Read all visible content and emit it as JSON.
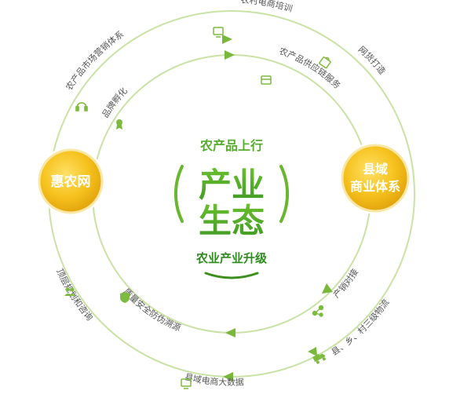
{
  "center": {
    "top_text": "农产品上行",
    "line1": "产业",
    "line2": "生态",
    "bottom_text": "农业产业升级"
  },
  "left_node": {
    "label": "惠农网"
  },
  "right_node": {
    "line1": "县域",
    "line2": "商业体系"
  },
  "outer_labels": {
    "top": "农村电商培训",
    "top_right": "网货打造",
    "top_left": "农产品市场营销体系",
    "bottom_left": "顶层规划和咨询",
    "bottom_right": "县、乡、村三级物流",
    "bottom": "县域电商大数据"
  },
  "inner_labels": {
    "top_right": "农产品供应链服务",
    "top_left": "品牌孵化",
    "bottom_left": "质量安全防伪溯源",
    "bottom_right": "产销对接"
  },
  "icons": {
    "outer_top": "training-screen-icon",
    "outer_top_right": "product-bag-icon",
    "outer_top_left": "headset-icon",
    "outer_bottom_left": "people-group-icon",
    "outer_bottom_right": "delivery-truck-icon",
    "outer_bottom": "data-monitor-icon",
    "inner_top_right": "supply-box-icon",
    "inner_top_left": "brand-award-icon",
    "inner_bottom_left": "shield-check-icon",
    "inner_bottom_right": "network-link-icon"
  },
  "colors": {
    "ring": "#c9e2a6",
    "arrow": "#79b83b",
    "icon": "#7cbb3e",
    "text": "#555555",
    "center_text": "#56ad2c",
    "node_gold": "#f6c21e",
    "node_gold_dark": "#e3a50d"
  }
}
